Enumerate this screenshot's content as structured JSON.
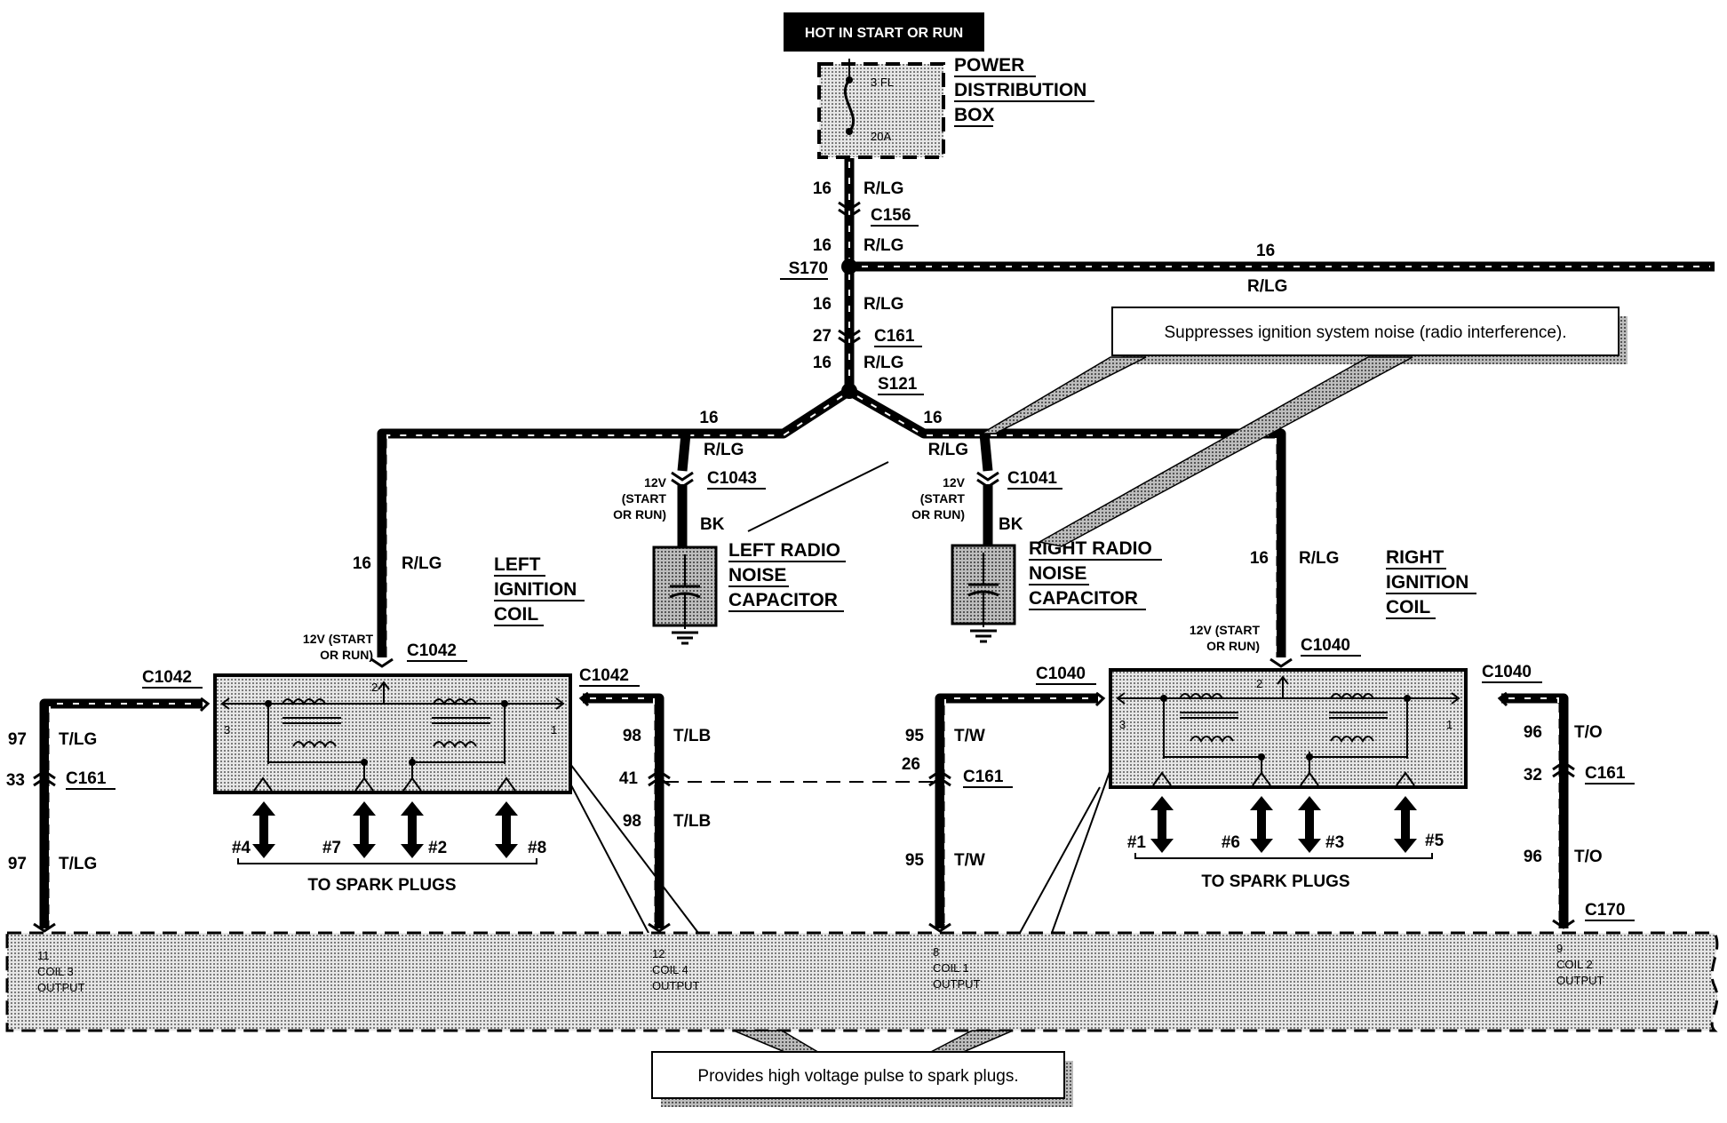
{
  "header": {
    "title": "HOT IN START OR RUN"
  },
  "power_box": {
    "title_lines": [
      "POWER",
      "DISTRIBUTION",
      "BOX"
    ],
    "fuse_id": "3 FL",
    "fuse_rating": "20A"
  },
  "trunk": {
    "labels": [
      {
        "gauge": "16",
        "color": "R/LG"
      },
      {
        "gauge": "16",
        "color": "R/LG"
      },
      {
        "gauge": "16",
        "color": "R/LG"
      },
      {
        "gauge": "16",
        "color": "R/LG"
      }
    ],
    "c156": "C156",
    "s170": "S170",
    "c161_top": "C161",
    "c161_top_pin": "27",
    "s121": "S121",
    "branch_right_gauge": "16",
    "branch_right_color": "R/LG"
  },
  "left_side": {
    "branch_gauge": "16",
    "connector_color": "R/LG",
    "c1043": "C1043",
    "supply_lines": [
      "12V",
      "(START",
      "OR RUN)"
    ],
    "cap_wire": "BK",
    "capacitor_lines": [
      "LEFT RADIO",
      "NOISE",
      "CAPACITOR"
    ],
    "coil_feed_gauge": "16",
    "coil_feed_color": "R/LG",
    "coil_lines": [
      "LEFT",
      "IGNITION",
      "COIL"
    ],
    "coil_supply_lines": [
      "12V (START",
      "OR RUN)"
    ],
    "c1042_top": "C1042",
    "c1042_left": "C1042",
    "c1042_right": "C1042",
    "pin_2": "2",
    "pin_3": "3",
    "pin_1": "1",
    "outer_wire": {
      "upper_gauge": "97",
      "upper_color": "T/LG",
      "pin": "33",
      "connector": "C161",
      "lower_gauge": "97",
      "lower_color": "T/LG"
    },
    "inner_wire": {
      "upper_gauge": "98",
      "upper_color": "T/LB",
      "pin": "41",
      "lower_gauge": "98",
      "lower_color": "T/LB"
    },
    "plugs": [
      "#4",
      "#7",
      "#2",
      "#8"
    ],
    "to_spark_plugs": "TO SPARK PLUGS"
  },
  "right_side": {
    "branch_color": "R/LG",
    "c1041": "C1041",
    "supply_lines": [
      "12V",
      "(START",
      "OR RUN)"
    ],
    "cap_wire": "BK",
    "capacitor_lines": [
      "RIGHT RADIO",
      "NOISE",
      "CAPACITOR"
    ],
    "coil_feed_gauge": "16",
    "coil_feed_color": "R/LG",
    "coil_lines": [
      "RIGHT",
      "IGNITION",
      "COIL"
    ],
    "coil_supply_lines": [
      "12V (START",
      "OR RUN)"
    ],
    "c1040_top": "C1040",
    "c1040_left": "C1040",
    "c1040_right": "C1040",
    "pin_2": "2",
    "pin_3": "3",
    "pin_1": "1",
    "inner_wire": {
      "upper_gauge": "95",
      "upper_color": "T/W",
      "pin": "26",
      "connector": "C161",
      "lower_gauge": "95",
      "lower_color": "T/W"
    },
    "outer_wire": {
      "upper_gauge": "96",
      "upper_color": "T/O",
      "pin": "32",
      "connector": "C161",
      "lower_gauge": "96",
      "lower_color": "T/O"
    },
    "c170": "C170",
    "plugs": [
      "#1",
      "#6",
      "#3",
      "#5"
    ],
    "to_spark_plugs": "TO SPARK PLUGS"
  },
  "s170_branch": {
    "gauge": "16",
    "color": "R/LG"
  },
  "module": {
    "pins": [
      {
        "num": "11",
        "name": "COIL 3",
        "sub": "OUTPUT"
      },
      {
        "num": "12",
        "name": "COIL 4",
        "sub": "OUTPUT"
      },
      {
        "num": "8",
        "name": "COIL 1",
        "sub": "OUTPUT"
      },
      {
        "num": "9",
        "name": "COIL 2",
        "sub": "OUTPUT"
      }
    ]
  },
  "callouts": {
    "top": "Suppresses ignition system noise (radio interference).",
    "bottom": "Provides high voltage pulse to spark plugs."
  }
}
